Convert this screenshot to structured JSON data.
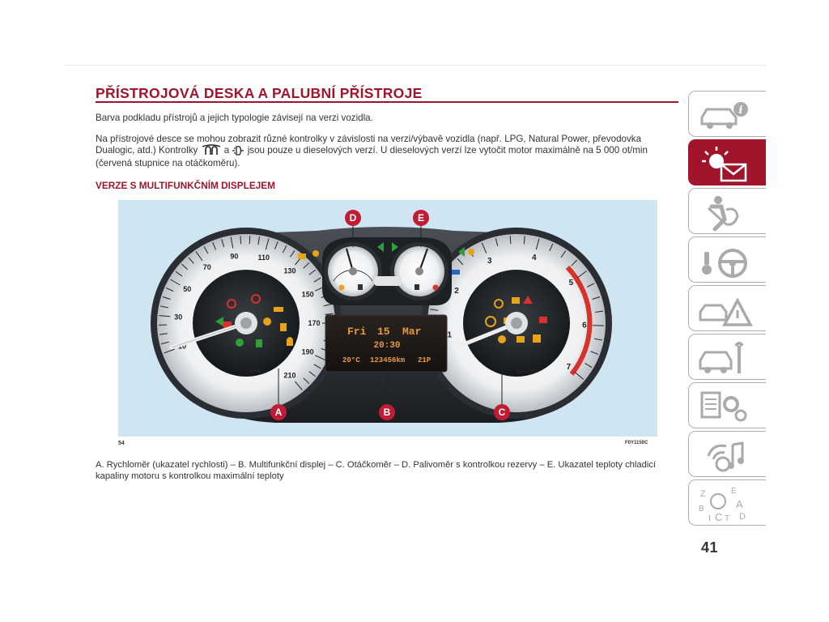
{
  "header": {
    "title": "PŘÍSTROJOVÁ DESKA A PALUBNÍ PŘÍSTROJE"
  },
  "paragraphs": {
    "p1": "Barva podkladu přístrojů a jejich typologie závisejí na verzi vozidla.",
    "p2_part1": "Na přístrojové desce se mohou zobrazit různé kontrolky v závislosti na verzi/výbavě vozidla (např. LPG, Natural Power, převodovka Dualogic, atd.) Kontrolky",
    "p2_between": "a",
    "p2_part2": "jsou pouze u dieselových verzí. U dieselových verzí lze vytočit motor maximálně na 5 000 ot/min (červená stupnice na otáčkoměru)."
  },
  "section": {
    "heading": "VERZE S MULTIFUNKČNÍM DISPLEJEM"
  },
  "figure": {
    "display": {
      "day": "Fri",
      "date": "15",
      "month": "Mar",
      "time": "20:30",
      "temp": "20°C",
      "odometer": "123456km",
      "trip": "21P"
    },
    "speedo_labels": [
      "10",
      "30",
      "50",
      "70",
      "90",
      "110",
      "130",
      "150",
      "170",
      "190",
      "210"
    ],
    "speedo_unit": "km/h",
    "tacho_labels": [
      "1",
      "2",
      "3",
      "4",
      "5",
      "6",
      "7"
    ],
    "tacho_unit": "rpm x 1000",
    "callouts": {
      "A": "A",
      "B": "B",
      "C": "C",
      "D": "D",
      "E": "E"
    },
    "page_label": "54",
    "code": "F0Y1150C"
  },
  "caption": "A. Rychloměr (ukazatel rychlosti) – B. Multifunkční displej – C. Otáčkoměr – D. Palivoměr s kontrolkou rezervy – E. Ukazatel teploty chladicí kapaliny motoru s kontrolkou maximální teploty",
  "page_number": "41",
  "sidebar_tabs": [
    {
      "icon": "car-info-icon"
    },
    {
      "icon": "warning-light-message-icon",
      "active": true
    },
    {
      "icon": "seat-airbag-icon"
    },
    {
      "icon": "steering-wheel-key-icon"
    },
    {
      "icon": "car-crash-warning-icon"
    },
    {
      "icon": "car-maintenance-icon"
    },
    {
      "icon": "specs-settings-icon"
    },
    {
      "icon": "multimedia-icon"
    },
    {
      "icon": "alphabet-index-icon"
    }
  ],
  "colors": {
    "brand": "#a0152b",
    "callout": "#c01d35",
    "figure_bg": "#cfe6f2"
  }
}
